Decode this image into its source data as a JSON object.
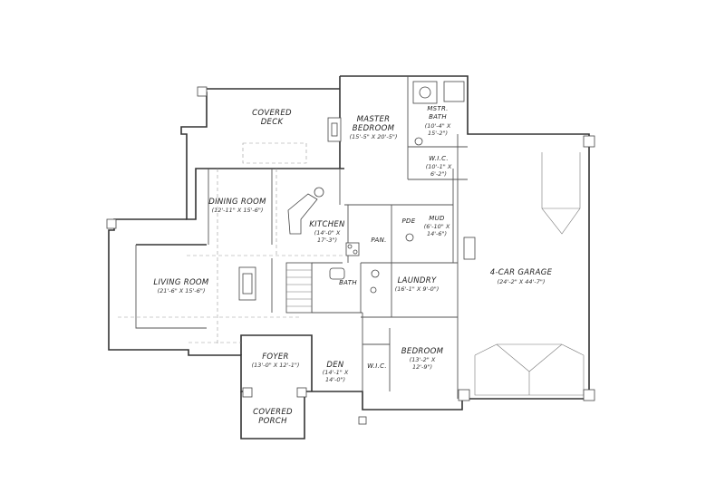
{
  "rooms": {
    "covered_deck": {
      "l1": "COVERED",
      "l2": "DECK"
    },
    "master_bedroom": {
      "l1": "MASTER",
      "l2": "BEDROOM",
      "dim": "(15'-5\" X 20'-5\")"
    },
    "mstr_bath": {
      "l1": "MSTR.",
      "l2": "BATH",
      "dim1": "(10'-4\" X",
      "dim2": "15'-2\")"
    },
    "wic_master": {
      "l1": "W.I.C.",
      "dim1": "(10'-1\" X",
      "dim2": "6'-2\")"
    },
    "dining_room": {
      "l1": "DINING ROOM",
      "dim": "(12'-11\" X 15'-6\")"
    },
    "kitchen": {
      "l1": "KITCHEN",
      "dim1": "(14'-0\" X",
      "dim2": "17'-3\")"
    },
    "pan": {
      "l1": "PAN."
    },
    "pde": {
      "l1": "PDE"
    },
    "mud": {
      "l1": "MUD",
      "dim1": "(6'-10\" X",
      "dim2": "14'-6\")"
    },
    "living_room": {
      "l1": "LIVING ROOM",
      "dim": "(21'-6\" X 15'-6\")"
    },
    "bath": {
      "l1": "BATH"
    },
    "laundry": {
      "l1": "LAUNDRY",
      "dim": "(16'-1\" X 9'-0\")"
    },
    "garage": {
      "l1": "4-CAR GARAGE",
      "dim": "(24'-2\" X 44'-7\")"
    },
    "foyer": {
      "l1": "FOYER",
      "dim": "(13'-0\" X 12'-1\")"
    },
    "den": {
      "l1": "DEN",
      "dim1": "(14'-1\" X",
      "dim2": "14'-0\")"
    },
    "wic_small": {
      "l1": "W.I.C."
    },
    "bedroom": {
      "l1": "BEDROOM",
      "dim1": "(13'-2\" X",
      "dim2": "12'-9\")"
    },
    "covered_porch": {
      "l1": "COVERED",
      "l2": "PORCH"
    }
  }
}
